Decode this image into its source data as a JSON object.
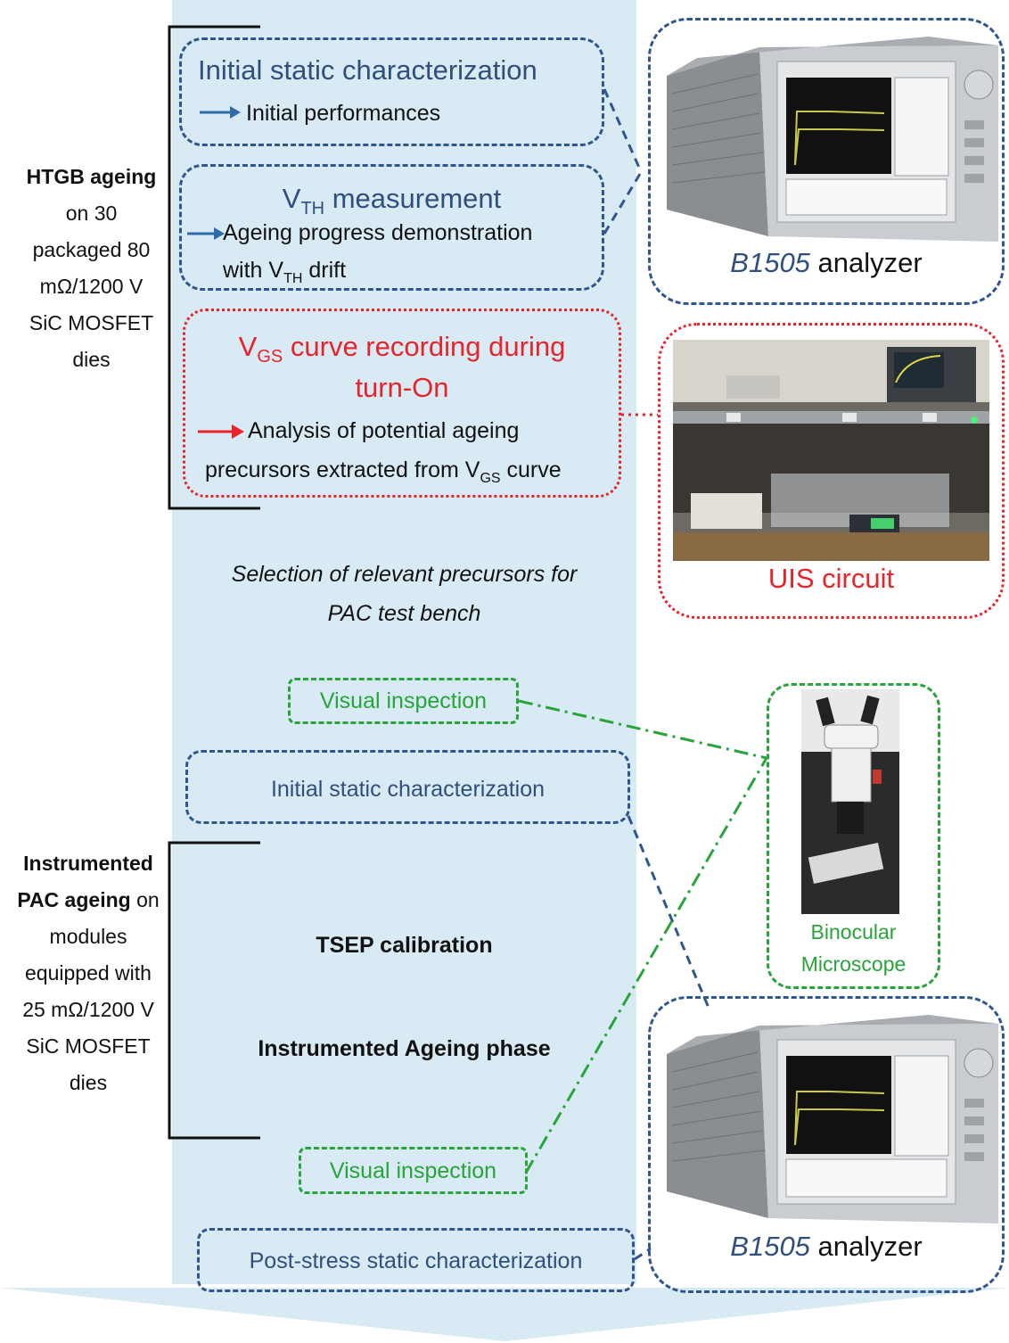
{
  "htgb": {
    "side_bold": "HTGB ageing",
    "side_rest": [
      "on 30",
      "packaged 80",
      "mΩ/1200 V",
      "SiC MOSFET",
      "dies"
    ],
    "box1": {
      "title": "Initial static characterization",
      "item": "Initial performances"
    },
    "box2": {
      "title_pre": "V",
      "title_sub": "TH",
      "title_post": " measurement",
      "item_line1": "Ageing progress demonstration",
      "item_line2_pre": "with V",
      "item_line2_sub": "TH",
      "item_line2_post": " drift"
    },
    "box3": {
      "title_line1_pre": "V",
      "title_line1_sub": "GS",
      "title_line1_post": " curve recording during",
      "title_line2": "turn-On",
      "item_line1": "Analysis of potential ageing",
      "item_line2_pre": "precursors extracted from V",
      "item_line2_sub": "GS",
      "item_line2_post": " curve"
    }
  },
  "selection": {
    "line1": "Selection of relevant precursors for",
    "line2": "PAC test bench"
  },
  "pac": {
    "side_line1": "Instrumented",
    "side_line2_bold": "PAC ageing",
    "side_line2_rest": " on",
    "side_rest": [
      "modules",
      "equipped with",
      "25 mΩ/1200 V",
      "SiC MOSFET",
      "dies"
    ],
    "visual1": "Visual inspection",
    "initial": "Initial static characterization",
    "tsep": "TSEP calibration",
    "ageing": "Instrumented Ageing phase",
    "visual2": "Visual inspection",
    "post": "Post-stress static characterization"
  },
  "equipment": {
    "analyzer1_model": "B1505",
    "analyzer1_suffix": " analyzer",
    "uis": "UIS circuit",
    "microscope_line1": "Binocular",
    "microscope_line2": "Microscope",
    "analyzer2_model": "B1505",
    "analyzer2_suffix": " analyzer"
  },
  "colors": {
    "blue": "#2f5690",
    "red": "#e8232a",
    "green": "#27a43a",
    "band": "#d8eaf3"
  }
}
